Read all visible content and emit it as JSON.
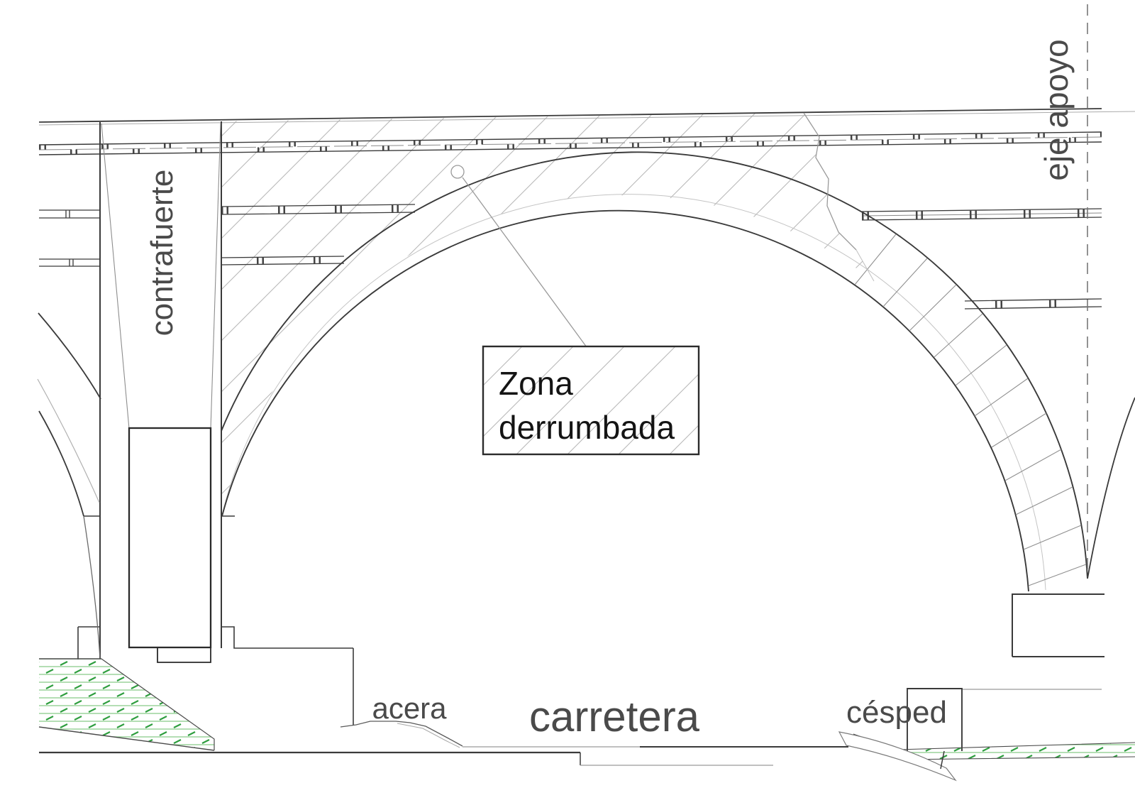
{
  "drawing": {
    "title_hint": "bridge arch elevation",
    "labels": {
      "buttress": "contrafuerte",
      "support_axis": "eje apoyo",
      "collapsed_zone_line1": "Zona",
      "collapsed_zone_line2": "derrumbada",
      "sidewalk": "acera",
      "road": "carretera",
      "grass": "césped"
    },
    "colors": {
      "grass_green": "#2f9e3f",
      "grass_light_green": "#9cd49c",
      "line_dark": "#3a3a3a",
      "line_gray": "#9a9a9a",
      "hatch_gray": "#b8b8b8",
      "label_gray": "#4a4a4a",
      "label_black": "#141414"
    }
  }
}
